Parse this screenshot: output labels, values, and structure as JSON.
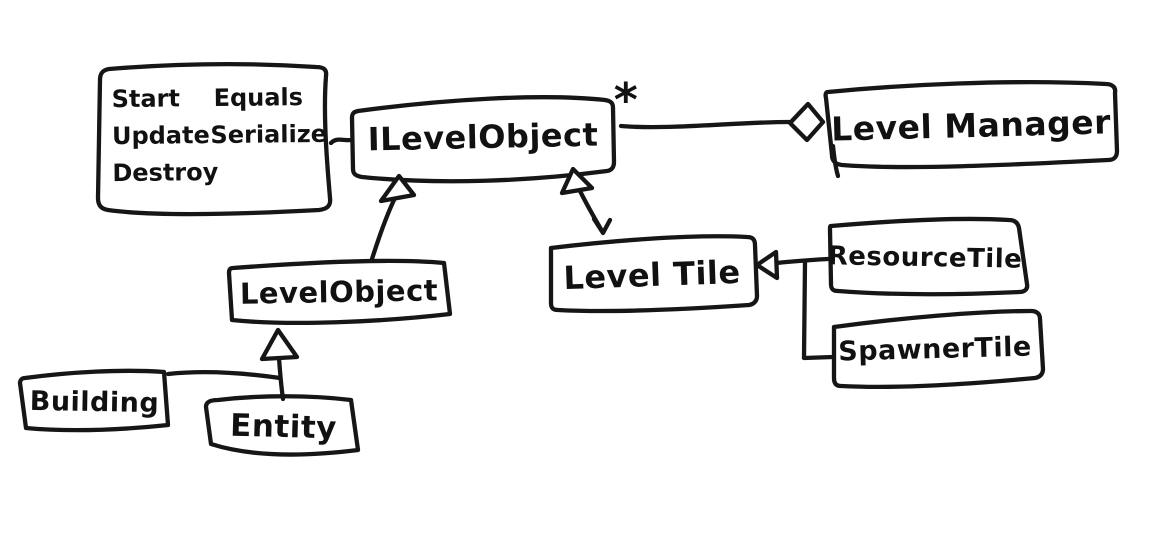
{
  "diagram": {
    "type": "uml-class-diagram",
    "style": "hand-drawn-sketch",
    "background_color": "#ffffff",
    "ink_color": "#161616",
    "multiplicity": "*",
    "nodes": [
      {
        "id": "method-list-note",
        "cells": [
          [
            "Start",
            "Equals"
          ],
          [
            "Update",
            "Serialize"
          ],
          [
            "Destroy",
            ""
          ]
        ]
      },
      {
        "id": "ilevelobject",
        "label": "ILevelObject"
      },
      {
        "id": "levelmanager",
        "label": "Level Manager"
      },
      {
        "id": "levelobject",
        "label": "LevelObject"
      },
      {
        "id": "leveltile",
        "label": "Level Tile"
      },
      {
        "id": "resourcetile",
        "label": "ResourceTile"
      },
      {
        "id": "spawnertile",
        "label": "SpawnerTile"
      },
      {
        "id": "building",
        "label": "Building"
      },
      {
        "id": "entity",
        "label": "Entity"
      }
    ],
    "edges": [
      {
        "from": "method-list-note",
        "to": "ILevelObject",
        "type": "attached-note"
      },
      {
        "from": "LevelManager",
        "to": "ILevelObject",
        "type": "aggregation",
        "multiplicity": "*"
      },
      {
        "from": "LevelObject",
        "to": "ILevelObject",
        "type": "inheritance"
      },
      {
        "from": "LevelTile",
        "to": "ILevelObject",
        "type": "inheritance"
      },
      {
        "from": "ResourceTile",
        "to": "LevelTile",
        "type": "inheritance"
      },
      {
        "from": "SpawnerTile",
        "to": "LevelTile",
        "type": "inheritance"
      },
      {
        "from": "Building",
        "to": "LevelObject",
        "type": "inheritance"
      },
      {
        "from": "Entity",
        "to": "LevelObject",
        "type": "inheritance"
      }
    ]
  }
}
